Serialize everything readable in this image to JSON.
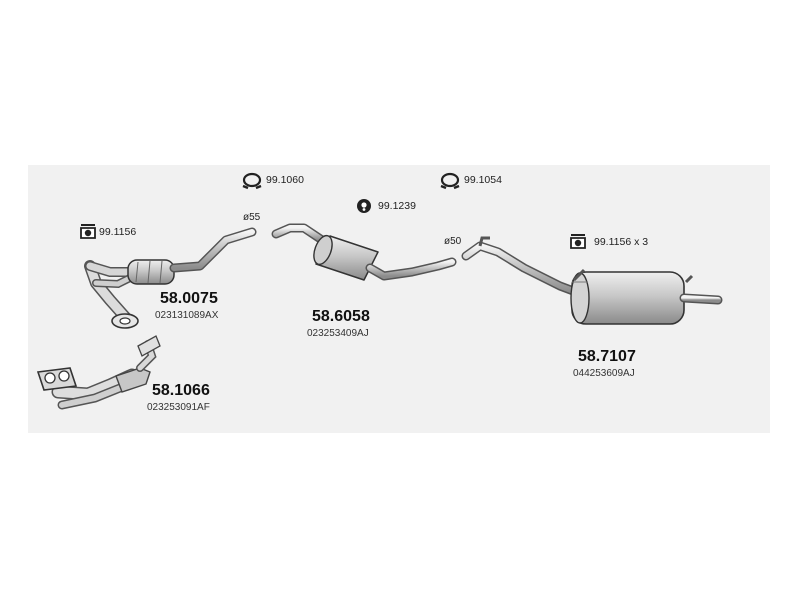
{
  "parts": [
    {
      "part_number": "58.0075",
      "oem": "023131089AX"
    },
    {
      "part_number": "58.1066",
      "oem": "023253091AF"
    },
    {
      "part_number": "58.6058",
      "oem": "023253409AJ"
    },
    {
      "part_number": "58.7107",
      "oem": "044253609AJ"
    }
  ],
  "accessories": [
    {
      "code": "99.1156",
      "icon": "hanger-icon"
    },
    {
      "code": "99.1060",
      "icon": "clamp-icon"
    },
    {
      "code": "99.1239",
      "icon": "rubber-mount-icon"
    },
    {
      "code": "99.1054",
      "icon": "clamp-icon"
    },
    {
      "code": "99.1156 x 3",
      "icon": "hanger-icon"
    }
  ],
  "diameters": [
    "ø55",
    "ø50"
  ]
}
